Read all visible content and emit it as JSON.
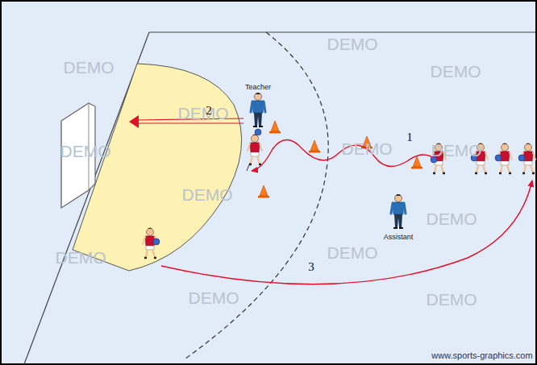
{
  "diagram": {
    "labels": [
      "DEMO",
      "DEMO",
      "DEMO",
      "DEMO",
      "DEMO",
      "DEMO",
      "DEMO",
      "DEMO",
      "DEMO",
      "DEMO",
      "DEMO",
      "DEMO",
      "DEMO",
      "Teacher",
      "Assistant",
      "1",
      "2",
      "3",
      "www.sports-graphics.com"
    ]
  }
}
